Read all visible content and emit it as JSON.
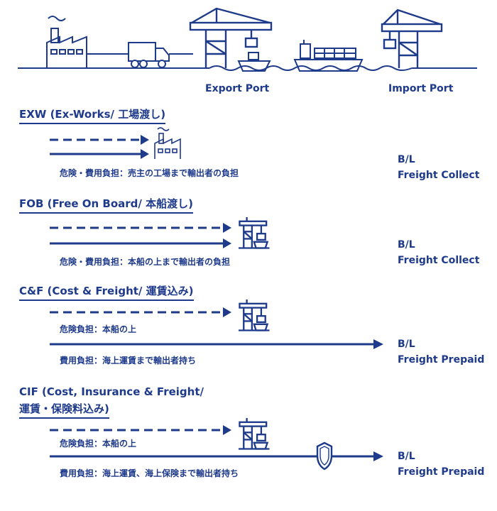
{
  "colors": {
    "primary": "#1e3a8a",
    "background": "#ffffff"
  },
  "header": {
    "export_port": "Export Port",
    "import_port": "Import Port"
  },
  "terms": [
    {
      "title": "EXW (Ex-Works/ 工場渡し)",
      "risk_cost": "危険・費用負担：売主の工場まで輸出者の負担",
      "bl_1": "B/L",
      "bl_2": "Freight Collect"
    },
    {
      "title": "FOB (Free On Board/ 本船渡し)",
      "risk_cost": "危険・費用負担：本船の上まで輸出者の負担",
      "bl_1": "B/L",
      "bl_2": "Freight Collect"
    },
    {
      "title": "C&F (Cost & Freight/ 運賃込み)",
      "risk": "危険負担：本船の上",
      "cost": "費用負担：海上運賃まで輸出者持ち",
      "bl_1": "B/L",
      "bl_2": "Freight Prepaid"
    },
    {
      "title_1": "CIF (Cost, Insurance & Freight/",
      "title_2": "運賃・保険料込み)",
      "risk": "危険負担：本船の上",
      "cost": "費用負担：海上運賃、海上保険まで輸出者持ち",
      "bl_1": "B/L",
      "bl_2": "Freight Prepaid"
    }
  ],
  "icons": [
    "factory-icon",
    "truck-icon",
    "crane-icon",
    "cargo-ship-icon",
    "container-ship-icon",
    "shield-icon"
  ]
}
